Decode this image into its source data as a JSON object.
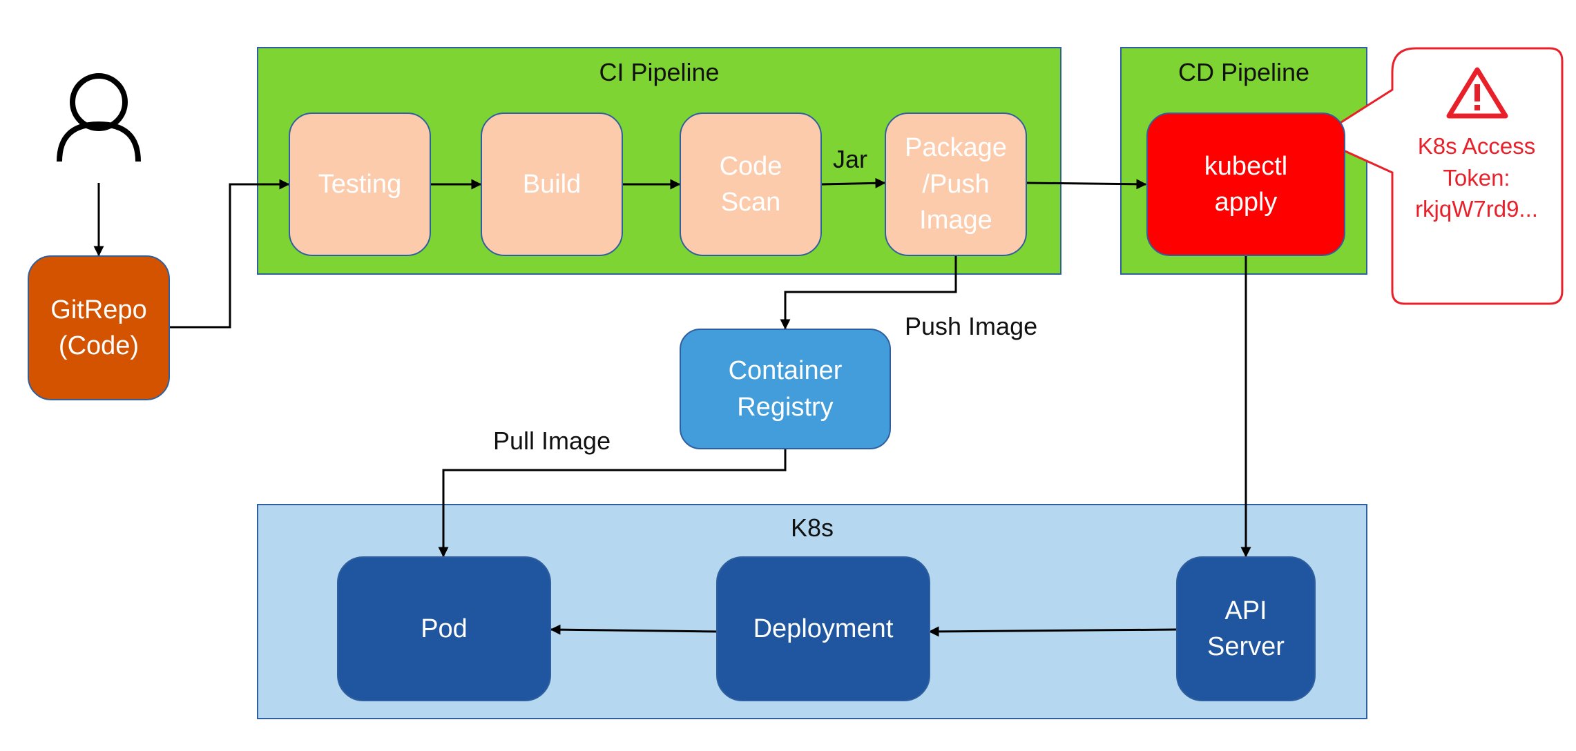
{
  "groups": {
    "ci_title": "CI Pipeline",
    "cd_title": "CD Pipeline",
    "k8s_title": "K8s"
  },
  "nodes": {
    "gitrepo": [
      "GitRepo",
      "(Code)"
    ],
    "testing": "Testing",
    "build": "Build",
    "code_scan": [
      "Code",
      "Scan"
    ],
    "package_push": [
      "Package",
      "/Push",
      "Image"
    ],
    "kubectl_apply": [
      "kubectl",
      "apply"
    ],
    "container_registry": [
      "Container",
      "Registry"
    ],
    "pod": "Pod",
    "deployment": "Deployment",
    "api_server": [
      "API",
      "Server"
    ]
  },
  "edge_labels": {
    "jar": "Jar",
    "push_image": "Push Image",
    "pull_image": "Pull Image"
  },
  "callout": {
    "title": "K8s Access",
    "token_label": "Token:",
    "token_value": "rkjqW7rd9..."
  },
  "icons": {
    "user": "user-icon",
    "warning": "warning-triangle-icon",
    "key": "key-icon"
  },
  "colors": {
    "ci_cd_background": "#7ed432",
    "stage_fill": "#fbcbac",
    "gitrepo_fill": "#d45300",
    "kubectl_fill": "#ff0000",
    "registry_fill": "#439ddb",
    "k8s_background": "#b5d8f0",
    "k8s_node_fill": "#20569f",
    "alert": "#e8202a"
  }
}
